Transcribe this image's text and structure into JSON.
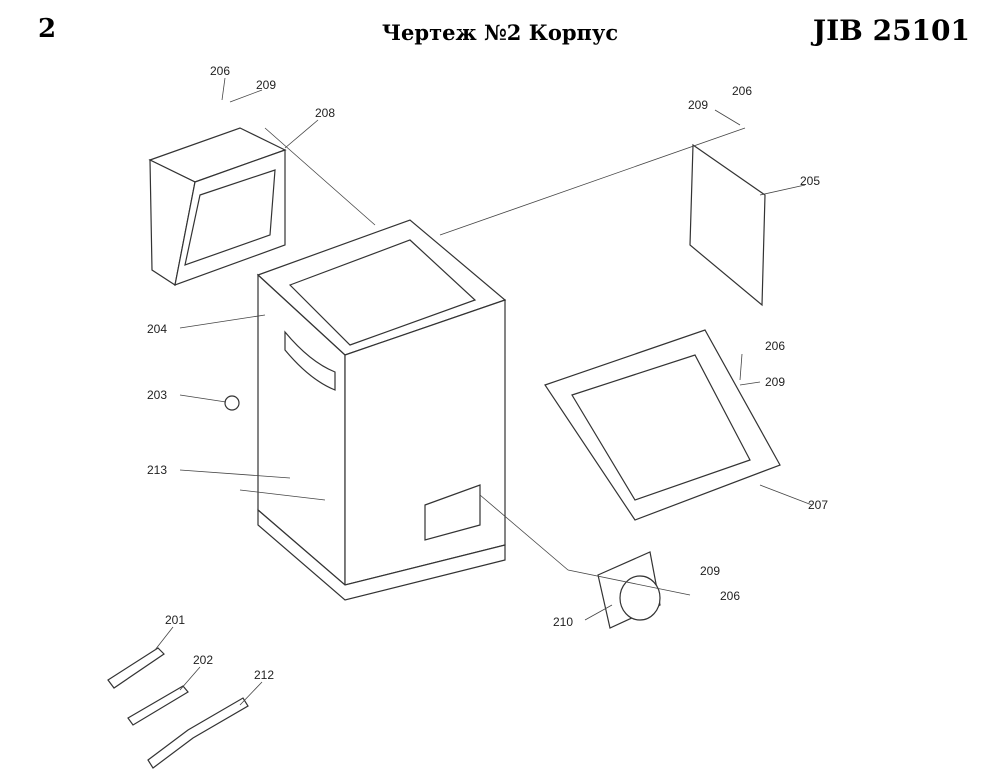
{
  "header": {
    "page_number": "2",
    "title": "Чертеж №2 Корпус",
    "model": "JIB 25101"
  },
  "callouts": [
    "206",
    "209",
    "208",
    "209",
    "206",
    "205",
    "204",
    "206",
    "209",
    "203",
    "213",
    "207",
    "209",
    "206",
    "210",
    "201",
    "202",
    "212"
  ]
}
